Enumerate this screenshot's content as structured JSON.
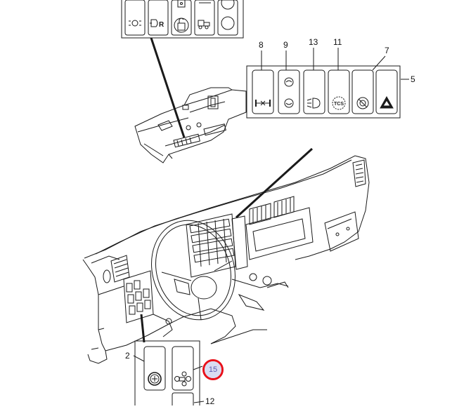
{
  "diagram": {
    "callouts": {
      "c2": "2",
      "c5": "5",
      "c7": "7",
      "c8": "8",
      "c9": "9",
      "c11": "11",
      "c12": "12",
      "c13": "13",
      "c15": "15"
    },
    "switch_icons": {
      "top_panel": [
        "marker-lamps-icon",
        "rear-fog-lamp-icon",
        "door-lock-icon",
        "door-unlock-icon",
        "trailer-icon",
        "blank-switch"
      ],
      "right_panel": [
        "differential-lock-icon",
        "mirror-heater-icon",
        "fog-lamp-icon",
        "tcs-icon",
        "retarder-icon",
        "hazard-warning-icon"
      ],
      "bottom_panel": [
        "plus-switch-icon",
        "vehicle-switch-icon",
        "blank-switch"
      ]
    },
    "icon_text": {
      "rear_fog": "R",
      "tcs": "TCS"
    },
    "colors": {
      "line": "#1a1a1a",
      "callout_ring": "#e8101a",
      "callout_fill": "#d9dcf2"
    }
  }
}
